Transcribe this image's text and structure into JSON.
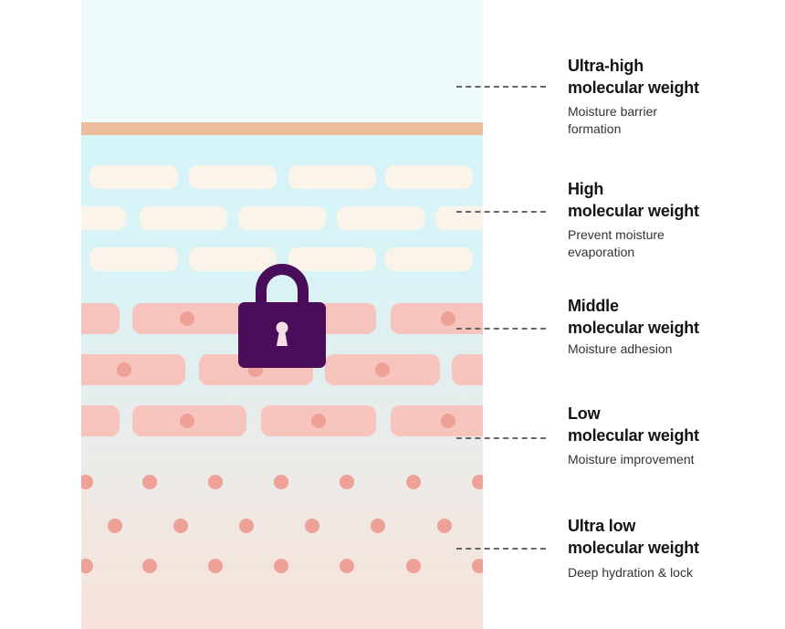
{
  "colors": {
    "lock": "#4a0d5a",
    "band": "#edbc9c",
    "brick_pink": "#f6c3bd",
    "dot": "#eea197",
    "brick_cream": "#fdf3e8"
  },
  "labels": [
    {
      "title1": "Ultra-high",
      "title2": "molecular weight",
      "desc": [
        "Moisture barrier",
        "formation"
      ]
    },
    {
      "title1": "High",
      "title2": "molecular weight",
      "desc": [
        "Prevent moisture",
        "evaporation"
      ]
    },
    {
      "title1": "Middle",
      "title2": "molecular weight",
      "desc": [
        "Moisture adhesion"
      ]
    },
    {
      "title1": "Low",
      "title2": "molecular weight",
      "desc": [
        "Moisture improvement"
      ]
    },
    {
      "title1": "Ultra low",
      "title2": "molecular weight",
      "desc": [
        "Deep hydration & lock"
      ]
    }
  ]
}
